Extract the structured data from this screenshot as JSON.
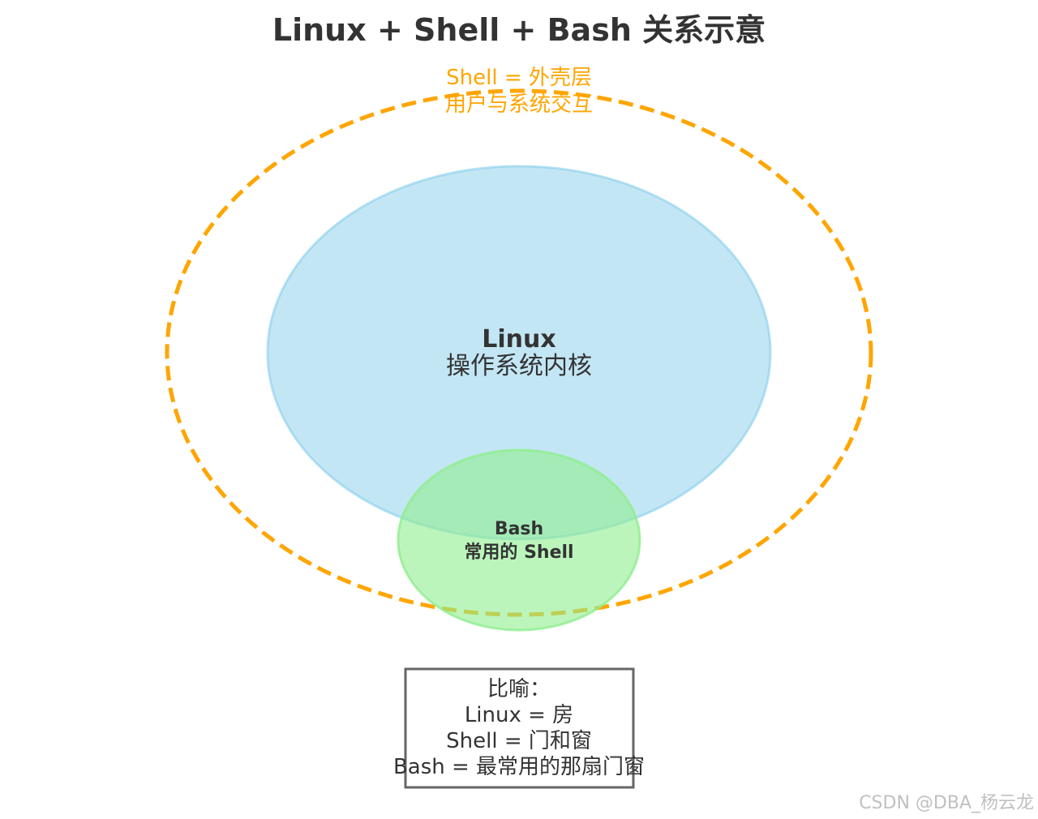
{
  "title": "Linux + Shell + Bash 关系示意",
  "colors": {
    "shell": "#ffa500",
    "linux": "#87ceeb",
    "bash": "#90ee90",
    "text": "#333333",
    "legend_border": "#666666",
    "watermark": "#c0c0c0"
  },
  "shell": {
    "line1": "Shell = 外壳层",
    "line2": "用户与系统交互"
  },
  "linux": {
    "name": "Linux",
    "desc": "操作系统内核"
  },
  "bash": {
    "name": "Bash",
    "desc": "常用的 Shell"
  },
  "legend": {
    "title": "比喻：",
    "line1": "Linux = 房",
    "line2": "Shell = 门和窗",
    "line3": "Bash = 最常用的那扇门窗"
  },
  "watermark": "CSDN @DBA_杨云龙"
}
